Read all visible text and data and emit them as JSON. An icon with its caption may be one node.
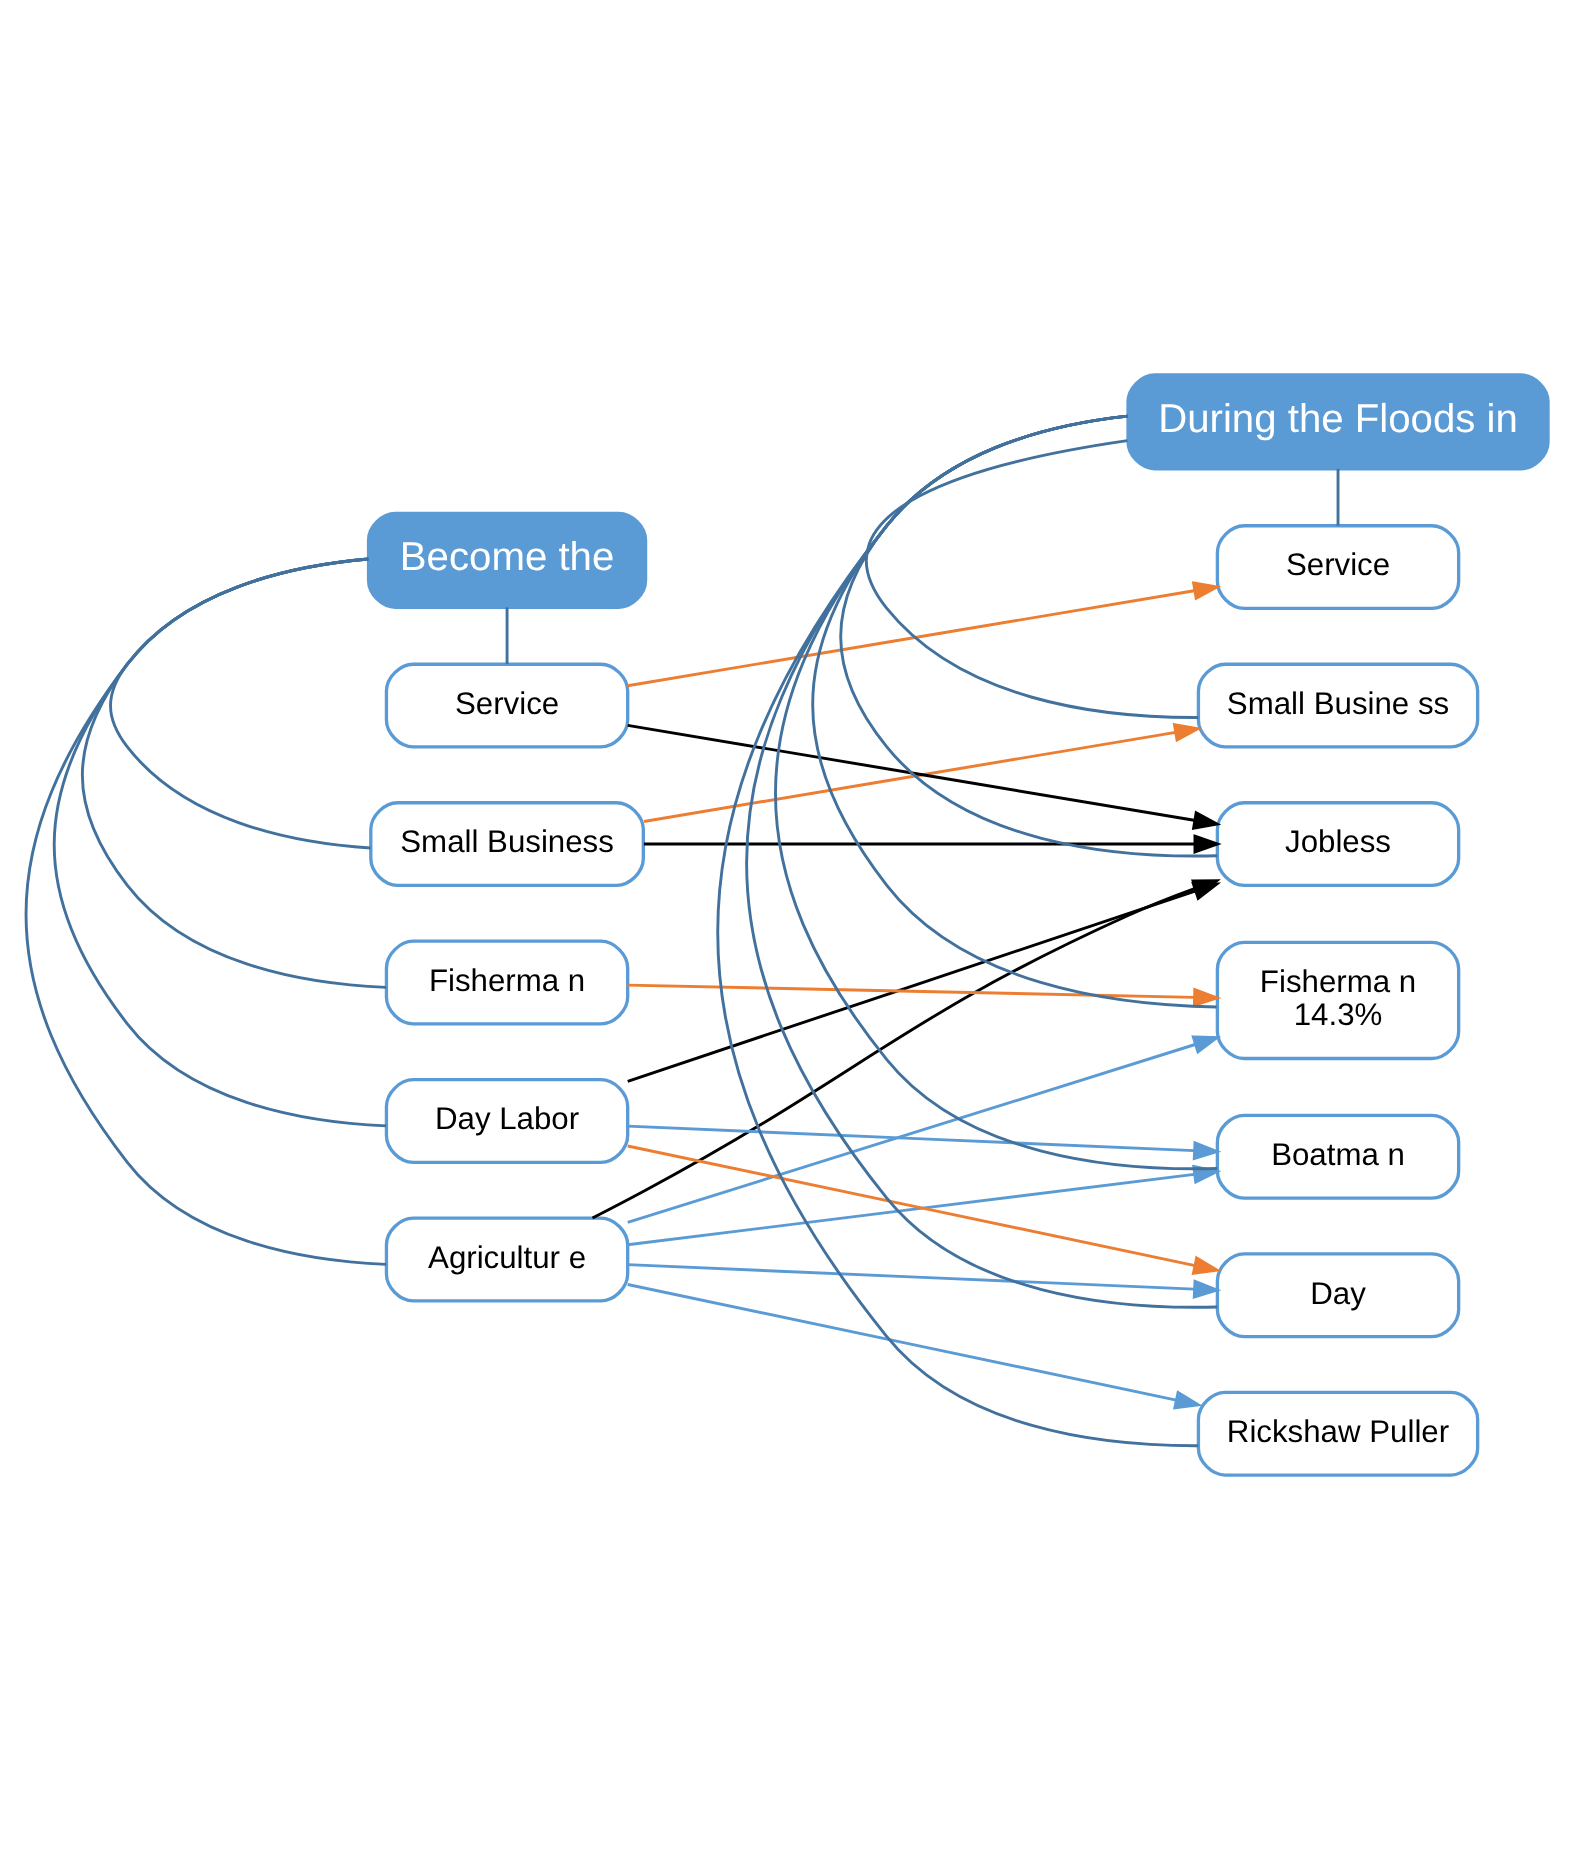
{
  "diagram": {
    "nodes": [
      {
        "text": [
          "Become the"
        ]
      },
      {
        "text": [
          "Agricultur e"
        ]
      },
      {
        "text": [
          "Day Labor"
        ]
      },
      {
        "text": [
          "Fisherma n"
        ]
      },
      {
        "text": [
          "Small Business"
        ]
      },
      {
        "text": [
          "Service"
        ]
      },
      {
        "text": [
          "During the Floods in"
        ]
      },
      {
        "text": [
          "Jobless"
        ]
      },
      {
        "text": [
          "Fisherma n",
          "14.3%"
        ]
      },
      {
        "text": [
          "Day"
        ]
      },
      {
        "text": [
          "Boatma n"
        ]
      },
      {
        "text": [
          "Rickshaw Puller"
        ]
      },
      {
        "text": [
          "Service"
        ]
      },
      {
        "text": [
          "Small Busine ss"
        ]
      }
    ],
    "edges": [
      {
        "from": 0,
        "to": 1,
        "arrow": "none"
      },
      {
        "from": 0,
        "to": 2,
        "arrow": "none"
      },
      {
        "from": 0,
        "to": 3,
        "arrow": "none"
      },
      {
        "from": 0,
        "to": 4,
        "arrow": "none"
      },
      {
        "from": 0,
        "to": 5,
        "arrow": "none"
      },
      {
        "from": 6,
        "to": 7,
        "arrow": "none"
      },
      {
        "from": 6,
        "to": 8,
        "arrow": "none"
      },
      {
        "from": 6,
        "to": 9,
        "arrow": "none"
      },
      {
        "from": 6,
        "to": 10,
        "arrow": "none"
      },
      {
        "from": 6,
        "to": 11,
        "arrow": "none"
      },
      {
        "from": 6,
        "to": 12,
        "arrow": "none"
      },
      {
        "from": 6,
        "to": 13,
        "arrow": "none"
      },
      {
        "from": 1,
        "to": 7,
        "arrow": "to",
        "color": "#000000"
      },
      {
        "from": 1,
        "to": 8,
        "arrow": "to",
        "color": "#5b9bd5"
      },
      {
        "from": 1,
        "to": 9,
        "arrow": "to",
        "color": "#5b9bd5"
      },
      {
        "from": 1,
        "to": 10,
        "arrow": "to",
        "color": "#5b9bd5"
      },
      {
        "from": 1,
        "to": 11,
        "arrow": "to",
        "color": "#5b9bd5"
      },
      {
        "from": 2,
        "to": 7,
        "arrow": "to",
        "color": "#000000"
      },
      {
        "from": 2,
        "to": 9,
        "arrow": "to",
        "color": "#ed7d31"
      },
      {
        "from": 2,
        "to": 10,
        "arrow": "to",
        "color": "#5b9bd5"
      },
      {
        "from": 3,
        "to": 8,
        "arrow": "to",
        "color": "#ed7d31"
      },
      {
        "from": 4,
        "to": 7,
        "arrow": "to",
        "color": "#000000"
      },
      {
        "from": 4,
        "to": 13,
        "arrow": "to",
        "color": "#ed7d31"
      },
      {
        "from": 5,
        "to": 7,
        "arrow": "to",
        "color": "#000000"
      },
      {
        "from": 5,
        "to": 12,
        "arrow": "to",
        "color": "#ed7d31"
      }
    ]
  }
}
